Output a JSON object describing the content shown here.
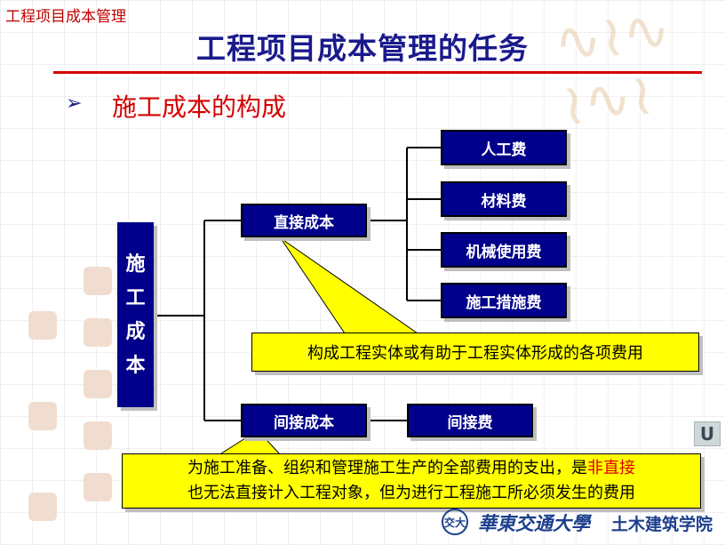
{
  "header": {
    "topic": "工程项目成本管理",
    "title": "工程项目成本管理的任务"
  },
  "section": {
    "bullet": "➢",
    "heading": "施工成本的构成"
  },
  "diagram": {
    "root": [
      "施",
      "工",
      "成",
      "本"
    ],
    "direct": {
      "label": "直接成本",
      "items": [
        "人工费",
        "材料费",
        "机械使用费",
        "施工措施费"
      ],
      "note": "构成工程实体或有助于工程实体形成的各项费用"
    },
    "indirect": {
      "label": "间接成本",
      "item": "间接费",
      "note_line1": "为施工准备、组织和管理施工生产的全部费用的支出，是",
      "note_highlight": "非直接",
      "note_line2": "也无法直接计入工程对象，但为进行工程施工所必须发生的费用"
    }
  },
  "footer": {
    "logo": "交大",
    "university": "華東交通大學",
    "department": "土木建筑学院"
  },
  "nav": {
    "return_icon": "U"
  },
  "colors": {
    "box": "#00008b",
    "callout": "#ffff00",
    "title": "#1a1a8c",
    "accent": "#d40000"
  }
}
